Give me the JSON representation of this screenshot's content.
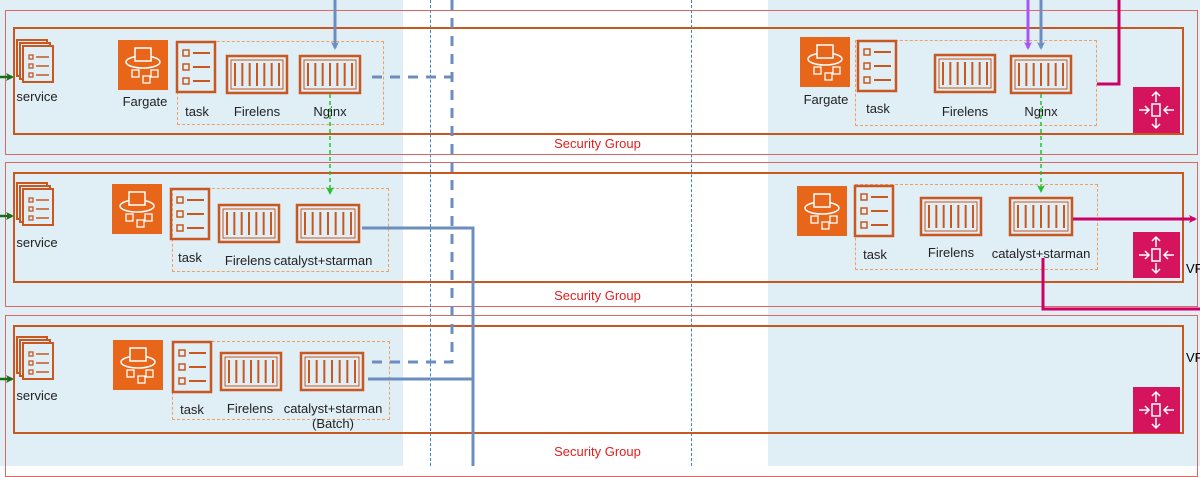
{
  "colors": {
    "service_border": "#c8581f",
    "security_group": "#e06666",
    "zone": "#e0eef6",
    "gateway": "#d6145e",
    "fargate": "#e8661a",
    "blue_line": "#6c8ebf",
    "magenta_line": "#cc0066",
    "purple_line": "#a855f7",
    "green_dashed": "#22c22e"
  },
  "security_group_label": "Security Group",
  "rows": [
    {
      "service": "service",
      "fargate": "Fargate",
      "task": "task",
      "firelens": "Firelens",
      "app": "Nginx",
      "app_sub": ""
    },
    {
      "service": "service",
      "fargate": "",
      "task": "task",
      "firelens": "Firelens",
      "app": "catalyst+starman",
      "app_sub": ""
    },
    {
      "service": "service",
      "fargate": "",
      "task": "task",
      "firelens": "Firelens",
      "app": "catalyst+starman",
      "app_sub": "(Batch)"
    }
  ],
  "right_rows": [
    {
      "fargate": "Fargate",
      "task": "task",
      "firelens": "Firelens",
      "app": "Nginx"
    },
    {
      "fargate": "",
      "task": "task",
      "firelens": "Firelens",
      "app": "catalyst+starman"
    }
  ],
  "vpc_labels": [
    "VF",
    "VF"
  ],
  "icons": [
    "service-stack-icon",
    "fargate-icon",
    "task-icon",
    "container-icon",
    "vpc-gateway-icon"
  ]
}
